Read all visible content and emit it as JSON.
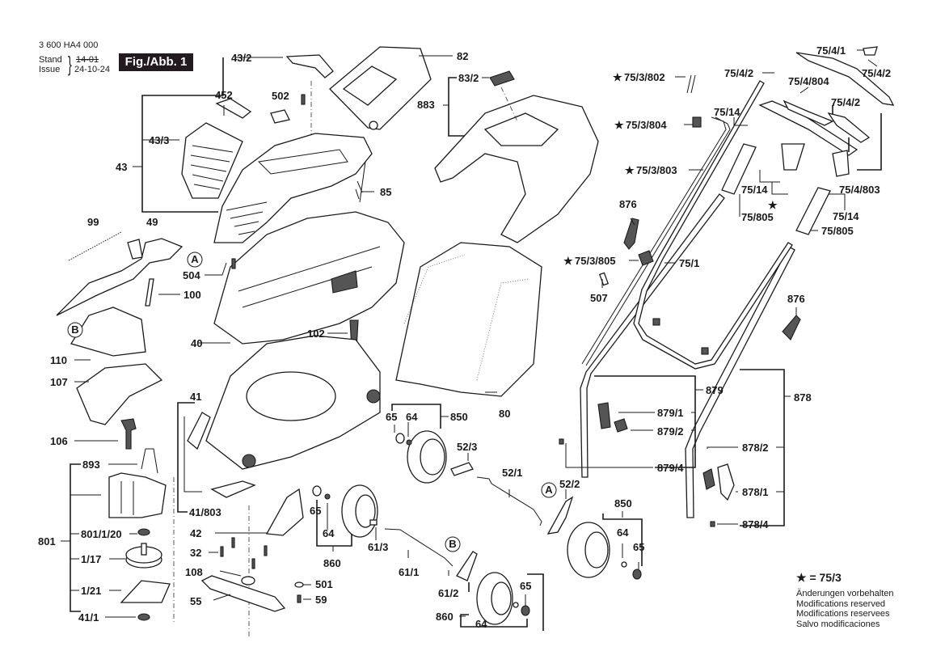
{
  "header": {
    "doc_number": "3 600 HA4 000",
    "stand_label": "Stand",
    "issue_label": "Issue",
    "stand_old": "14-01",
    "issue_date": "24-10-24",
    "figure_badge": "Fig./Abb. 1"
  },
  "legend": {
    "star_definition": "★ = 75/3",
    "notes": [
      "Änderungen vorbehalten",
      "Modifications reserved",
      "Modifications reservees",
      "Salvo modificaciones"
    ]
  },
  "callouts": {
    "ref_A": "A",
    "ref_B": "B",
    "star": "★"
  },
  "labels": {
    "p43_2": "43/2",
    "p82": "82",
    "p83_2": "83/2",
    "p883": "883",
    "p452": "452",
    "p502": "502",
    "p43_3": "43/3",
    "p43": "43",
    "p85": "85",
    "p99": "99",
    "p49": "49",
    "p504": "504",
    "p100": "100",
    "p40": "40",
    "p102": "102",
    "p110": "110",
    "p107": "107",
    "p106": "106",
    "p893": "893",
    "p801": "801",
    "p801_1_20": "801/1/20",
    "p1_17": "1/17",
    "p1_21": "1/21",
    "p41_1": "41/1",
    "p41": "41",
    "p41_803": "41/803",
    "p42": "42",
    "p32": "32",
    "p108": "108",
    "p55": "55",
    "p501": "501",
    "p59": "59",
    "p80": "80",
    "p65a": "65",
    "p64a": "64",
    "p850a": "850",
    "p52_3": "52/3",
    "p52_1": "52/1",
    "p52_2": "52/2",
    "p65b": "65",
    "p64b": "64",
    "p860a": "860",
    "p61_3": "61/3",
    "p61_1": "61/1",
    "p61_2": "61/2",
    "p65c": "65",
    "p860b": "860",
    "p64c": "64",
    "p850b": "850",
    "p64d": "64",
    "p65d": "65",
    "p75_3_802": "75/3/802",
    "p75_3_804": "75/3/804",
    "p75_3_803": "75/3/803",
    "p75_3_805": "75/3/805",
    "p876a": "876",
    "p507": "507",
    "p75_1": "75/1",
    "p876b": "876",
    "p879": "879",
    "p879_1": "879/1",
    "p879_2": "879/2",
    "p879_4": "879/4",
    "p878": "878",
    "p878_2": "878/2",
    "p878_1": "878/1",
    "p878_4": "878/4",
    "p75_4_1": "75/4/1",
    "p75_4_2a": "75/4/2",
    "p75_4_2b": "75/4/2",
    "p75_4_804": "75/4/804",
    "p75_4_2c": "75/4/2",
    "p75_14a": "75/14",
    "p75_4_803": "75/4/803",
    "p75_14b": "75/14",
    "p75_805a": "75/805",
    "p75_14c": "75/14",
    "p75_805b": "75/805"
  }
}
